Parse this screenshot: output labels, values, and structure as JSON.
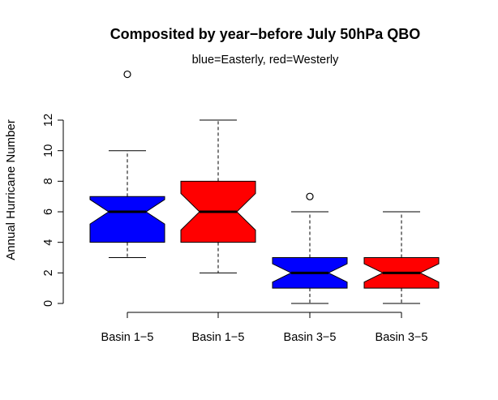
{
  "chart_data": {
    "type": "boxplot",
    "title": "Composited by year−before July 50hPa QBO",
    "subtitle": "blue=Easterly, red=Westerly",
    "xlabel": "",
    "ylabel": "Annual Hurricane Number",
    "y_ticks": [
      0,
      2,
      4,
      6,
      8,
      10,
      12
    ],
    "y_tick_labels": [
      "0",
      "2",
      "4",
      "6",
      "8",
      "10",
      "12"
    ],
    "ylim": [
      0,
      12
    ],
    "notched": true,
    "grid": false,
    "legend": "none",
    "categories": [
      "Basin 1−5",
      "Basin 1−5",
      "Basin 3−5",
      "Basin 3−5"
    ],
    "boxes": [
      {
        "whisker_low": 3,
        "q1": 4,
        "median": 6,
        "q3": 7,
        "whisker_high": 10,
        "notch_low": 5.2,
        "notch_high": 6.8,
        "outliers": [
          15
        ],
        "color": "#0000ff"
      },
      {
        "whisker_low": 2,
        "q1": 4,
        "median": 6,
        "q3": 8,
        "whisker_high": 12,
        "notch_low": 4.8,
        "notch_high": 7.2,
        "outliers": [],
        "color": "#ff0000"
      },
      {
        "whisker_low": 0,
        "q1": 1,
        "median": 2,
        "q3": 3,
        "whisker_high": 6,
        "notch_low": 1.4,
        "notch_high": 2.6,
        "outliers": [
          7
        ],
        "color": "#0000ff"
      },
      {
        "whisker_low": 0,
        "q1": 1,
        "median": 2,
        "q3": 3,
        "whisker_high": 6,
        "notch_low": 1.4,
        "notch_high": 2.6,
        "outliers": [],
        "color": "#ff0000"
      }
    ]
  }
}
